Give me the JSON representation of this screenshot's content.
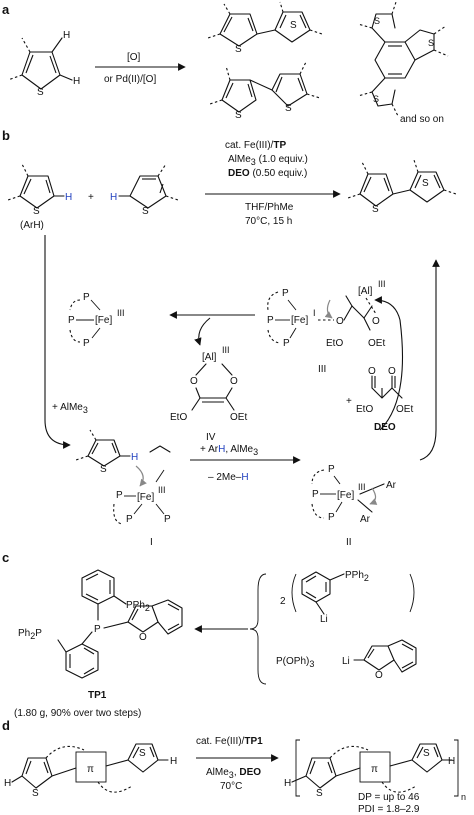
{
  "panels": {
    "a": "a",
    "b": "b",
    "c": "c",
    "d": "d"
  },
  "panel_a": {
    "H_top": "H",
    "H_right": "H",
    "S": "S",
    "oxidant_top": "[O]",
    "oxidant_bottom": "or Pd(II)/[O]",
    "and_so_on": "and so on"
  },
  "panel_b": {
    "H_blue": "H",
    "plus": "+",
    "ArH": "(ArH)",
    "S": "S",
    "cond_line1_prefix": "cat. Fe(III)/",
    "cond_line1_bold": "TP",
    "cond_line2": "AlMe",
    "cond_line2_sub": "3",
    "cond_line2_suffix": " (1.0 equiv.)",
    "cond_line3_bold": "DEO",
    "cond_line3_suffix": " (0.50 equiv.)",
    "cond_line4": "THF/PhMe",
    "cond_line5": "70°C, 15 h",
    "P": "P",
    "Fe": "[Fe]",
    "FeIII": "III",
    "FeI": "I",
    "Al": "[Al]",
    "AlIII": "III",
    "O": "O",
    "EtO": "EtO",
    "OEt": "OEt",
    "add_AlMe3": "+ AlMe",
    "add_AlMe3_sub": "3",
    "ArH_AlMe3_prefix": "+ Ar",
    "ArH_AlMe3_H": "H",
    "ArH_AlMe3_suffix": ", AlMe",
    "ArH_AlMe3_sub": "3",
    "minus_2MeH_prefix": "– 2Me–",
    "minus_2MeH_H": "H",
    "Ar": "Ar",
    "plus_DEO": "+",
    "DEO": "DEO",
    "label_I": "I",
    "label_II": "II",
    "label_III": "III",
    "label_IV": "IV"
  },
  "panel_c": {
    "PPh2": "PPh",
    "PPh2_sub": "2",
    "Ph2P": "Ph",
    "Ph2P_sub": "2",
    "Ph2P_P": "P",
    "P": "P",
    "O": "O",
    "TP1": "TP1",
    "yield": "(1.80 g, 90% over two steps)",
    "coef": "2",
    "Li": "Li",
    "POPh3_prefix": "P(OPh)",
    "POPh3_sub": "3"
  },
  "panel_d": {
    "H": "H",
    "S": "S",
    "pi": "π",
    "cond1_prefix": "cat. Fe(III)/",
    "cond1_bold": "TP1",
    "cond2_prefix": "AlMe",
    "cond2_sub": "3",
    "cond2_mid": ", ",
    "cond2_bold": "DEO",
    "cond3": "70°C",
    "n": "n",
    "DP": "DP = up to 46",
    "PDI": "PDI = 1.8–2.9"
  }
}
